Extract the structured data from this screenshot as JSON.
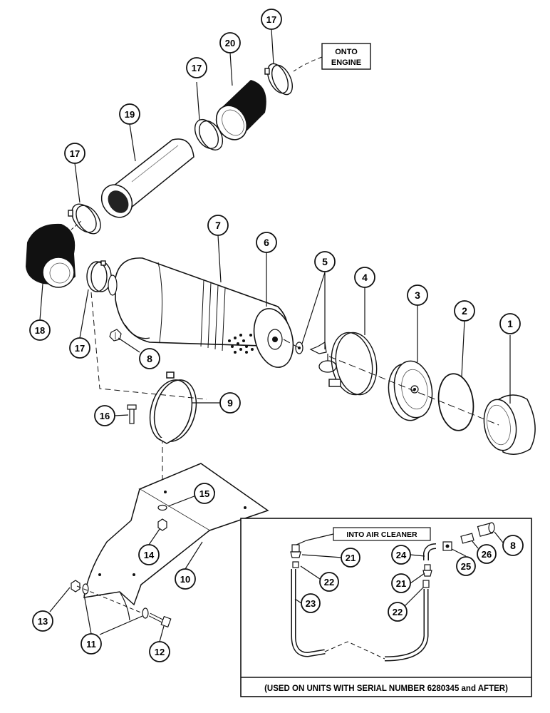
{
  "labels": {
    "onto_engine_line1": "ONTO",
    "onto_engine_line2": "ENGINE",
    "into_air_cleaner": "INTO AIR CLEANER",
    "footnote": "(USED ON UNITS WITH SERIAL NUMBER 6280345 and AFTER)"
  },
  "callouts": [
    {
      "id": "c1",
      "text": "1"
    },
    {
      "id": "c2",
      "text": "2"
    },
    {
      "id": "c3",
      "text": "3"
    },
    {
      "id": "c4",
      "text": "4"
    },
    {
      "id": "c5",
      "text": "5"
    },
    {
      "id": "c6",
      "text": "6"
    },
    {
      "id": "c7",
      "text": "7"
    },
    {
      "id": "c8a",
      "text": "8"
    },
    {
      "id": "c8b",
      "text": "8"
    },
    {
      "id": "c9",
      "text": "9"
    },
    {
      "id": "c10",
      "text": "10"
    },
    {
      "id": "c11",
      "text": "11"
    },
    {
      "id": "c12",
      "text": "12"
    },
    {
      "id": "c13",
      "text": "13"
    },
    {
      "id": "c14",
      "text": "14"
    },
    {
      "id": "c15",
      "text": "15"
    },
    {
      "id": "c16",
      "text": "16"
    },
    {
      "id": "c17a",
      "text": "17"
    },
    {
      "id": "c17b",
      "text": "17"
    },
    {
      "id": "c17c",
      "text": "17"
    },
    {
      "id": "c17d",
      "text": "17"
    },
    {
      "id": "c18",
      "text": "18"
    },
    {
      "id": "c19",
      "text": "19"
    },
    {
      "id": "c20",
      "text": "20"
    },
    {
      "id": "c21a",
      "text": "21"
    },
    {
      "id": "c21b",
      "text": "21"
    },
    {
      "id": "c22a",
      "text": "22"
    },
    {
      "id": "c22b",
      "text": "22"
    },
    {
      "id": "c23",
      "text": "23"
    },
    {
      "id": "c24",
      "text": "24"
    },
    {
      "id": "c25",
      "text": "25"
    },
    {
      "id": "c26",
      "text": "26"
    }
  ]
}
